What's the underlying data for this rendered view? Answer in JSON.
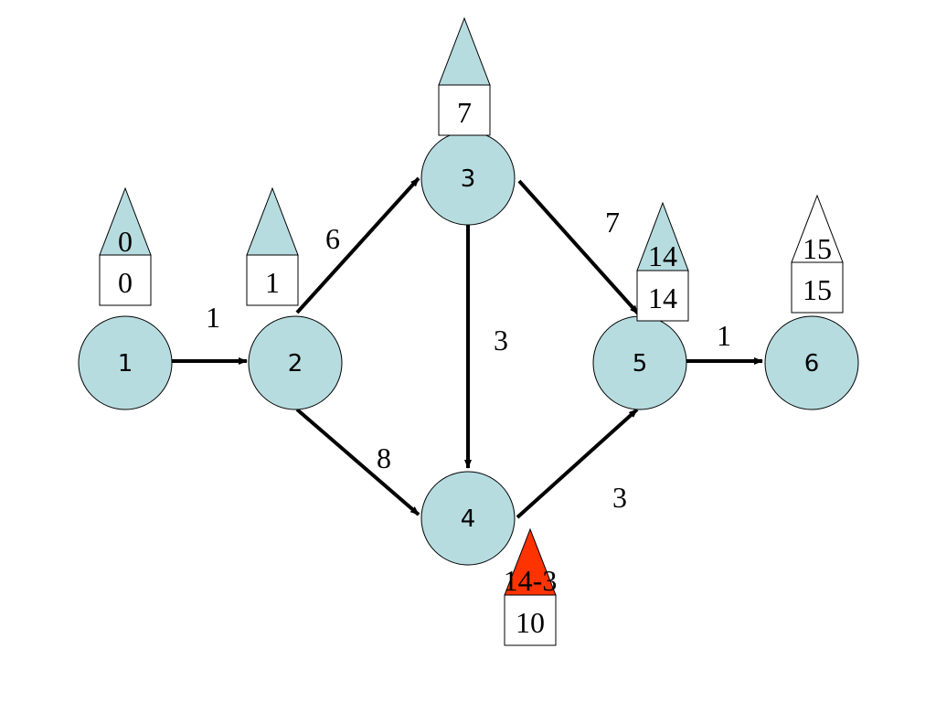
{
  "colors": {
    "node_fill": "#b6dce0",
    "triangle_fill": "#b6dce0",
    "triangle_highlight": "#ff3300",
    "triangle_empty": "#ffffff",
    "edge": "#000000",
    "box_fill": "#ffffff"
  },
  "nodes": [
    {
      "id": "1",
      "label": "1"
    },
    {
      "id": "2",
      "label": "2"
    },
    {
      "id": "3",
      "label": "3"
    },
    {
      "id": "4",
      "label": "4"
    },
    {
      "id": "5",
      "label": "5"
    },
    {
      "id": "6",
      "label": "6"
    }
  ],
  "edges": [
    {
      "from": "1",
      "to": "2",
      "weight": "1"
    },
    {
      "from": "2",
      "to": "3",
      "weight": "6"
    },
    {
      "from": "2",
      "to": "4",
      "weight": "8"
    },
    {
      "from": "3",
      "to": "4",
      "weight": "3"
    },
    {
      "from": "3",
      "to": "5",
      "weight": "7"
    },
    {
      "from": "4",
      "to": "5",
      "weight": "3"
    },
    {
      "from": "5",
      "to": "6",
      "weight": "1"
    }
  ],
  "time_markers": [
    {
      "node": "1",
      "triangle_value": "0",
      "box_value": "0",
      "style": "normal"
    },
    {
      "node": "2",
      "triangle_value": "",
      "box_value": "1",
      "style": "normal"
    },
    {
      "node": "3",
      "triangle_value": "",
      "box_value": "7",
      "style": "normal"
    },
    {
      "node": "5",
      "triangle_value": "14",
      "box_value": "14",
      "style": "normal"
    },
    {
      "node": "6",
      "triangle_value": "15",
      "box_value": "15",
      "style": "empty"
    },
    {
      "node": "4",
      "triangle_value": "14-3",
      "box_value": "10",
      "style": "highlight"
    }
  ]
}
